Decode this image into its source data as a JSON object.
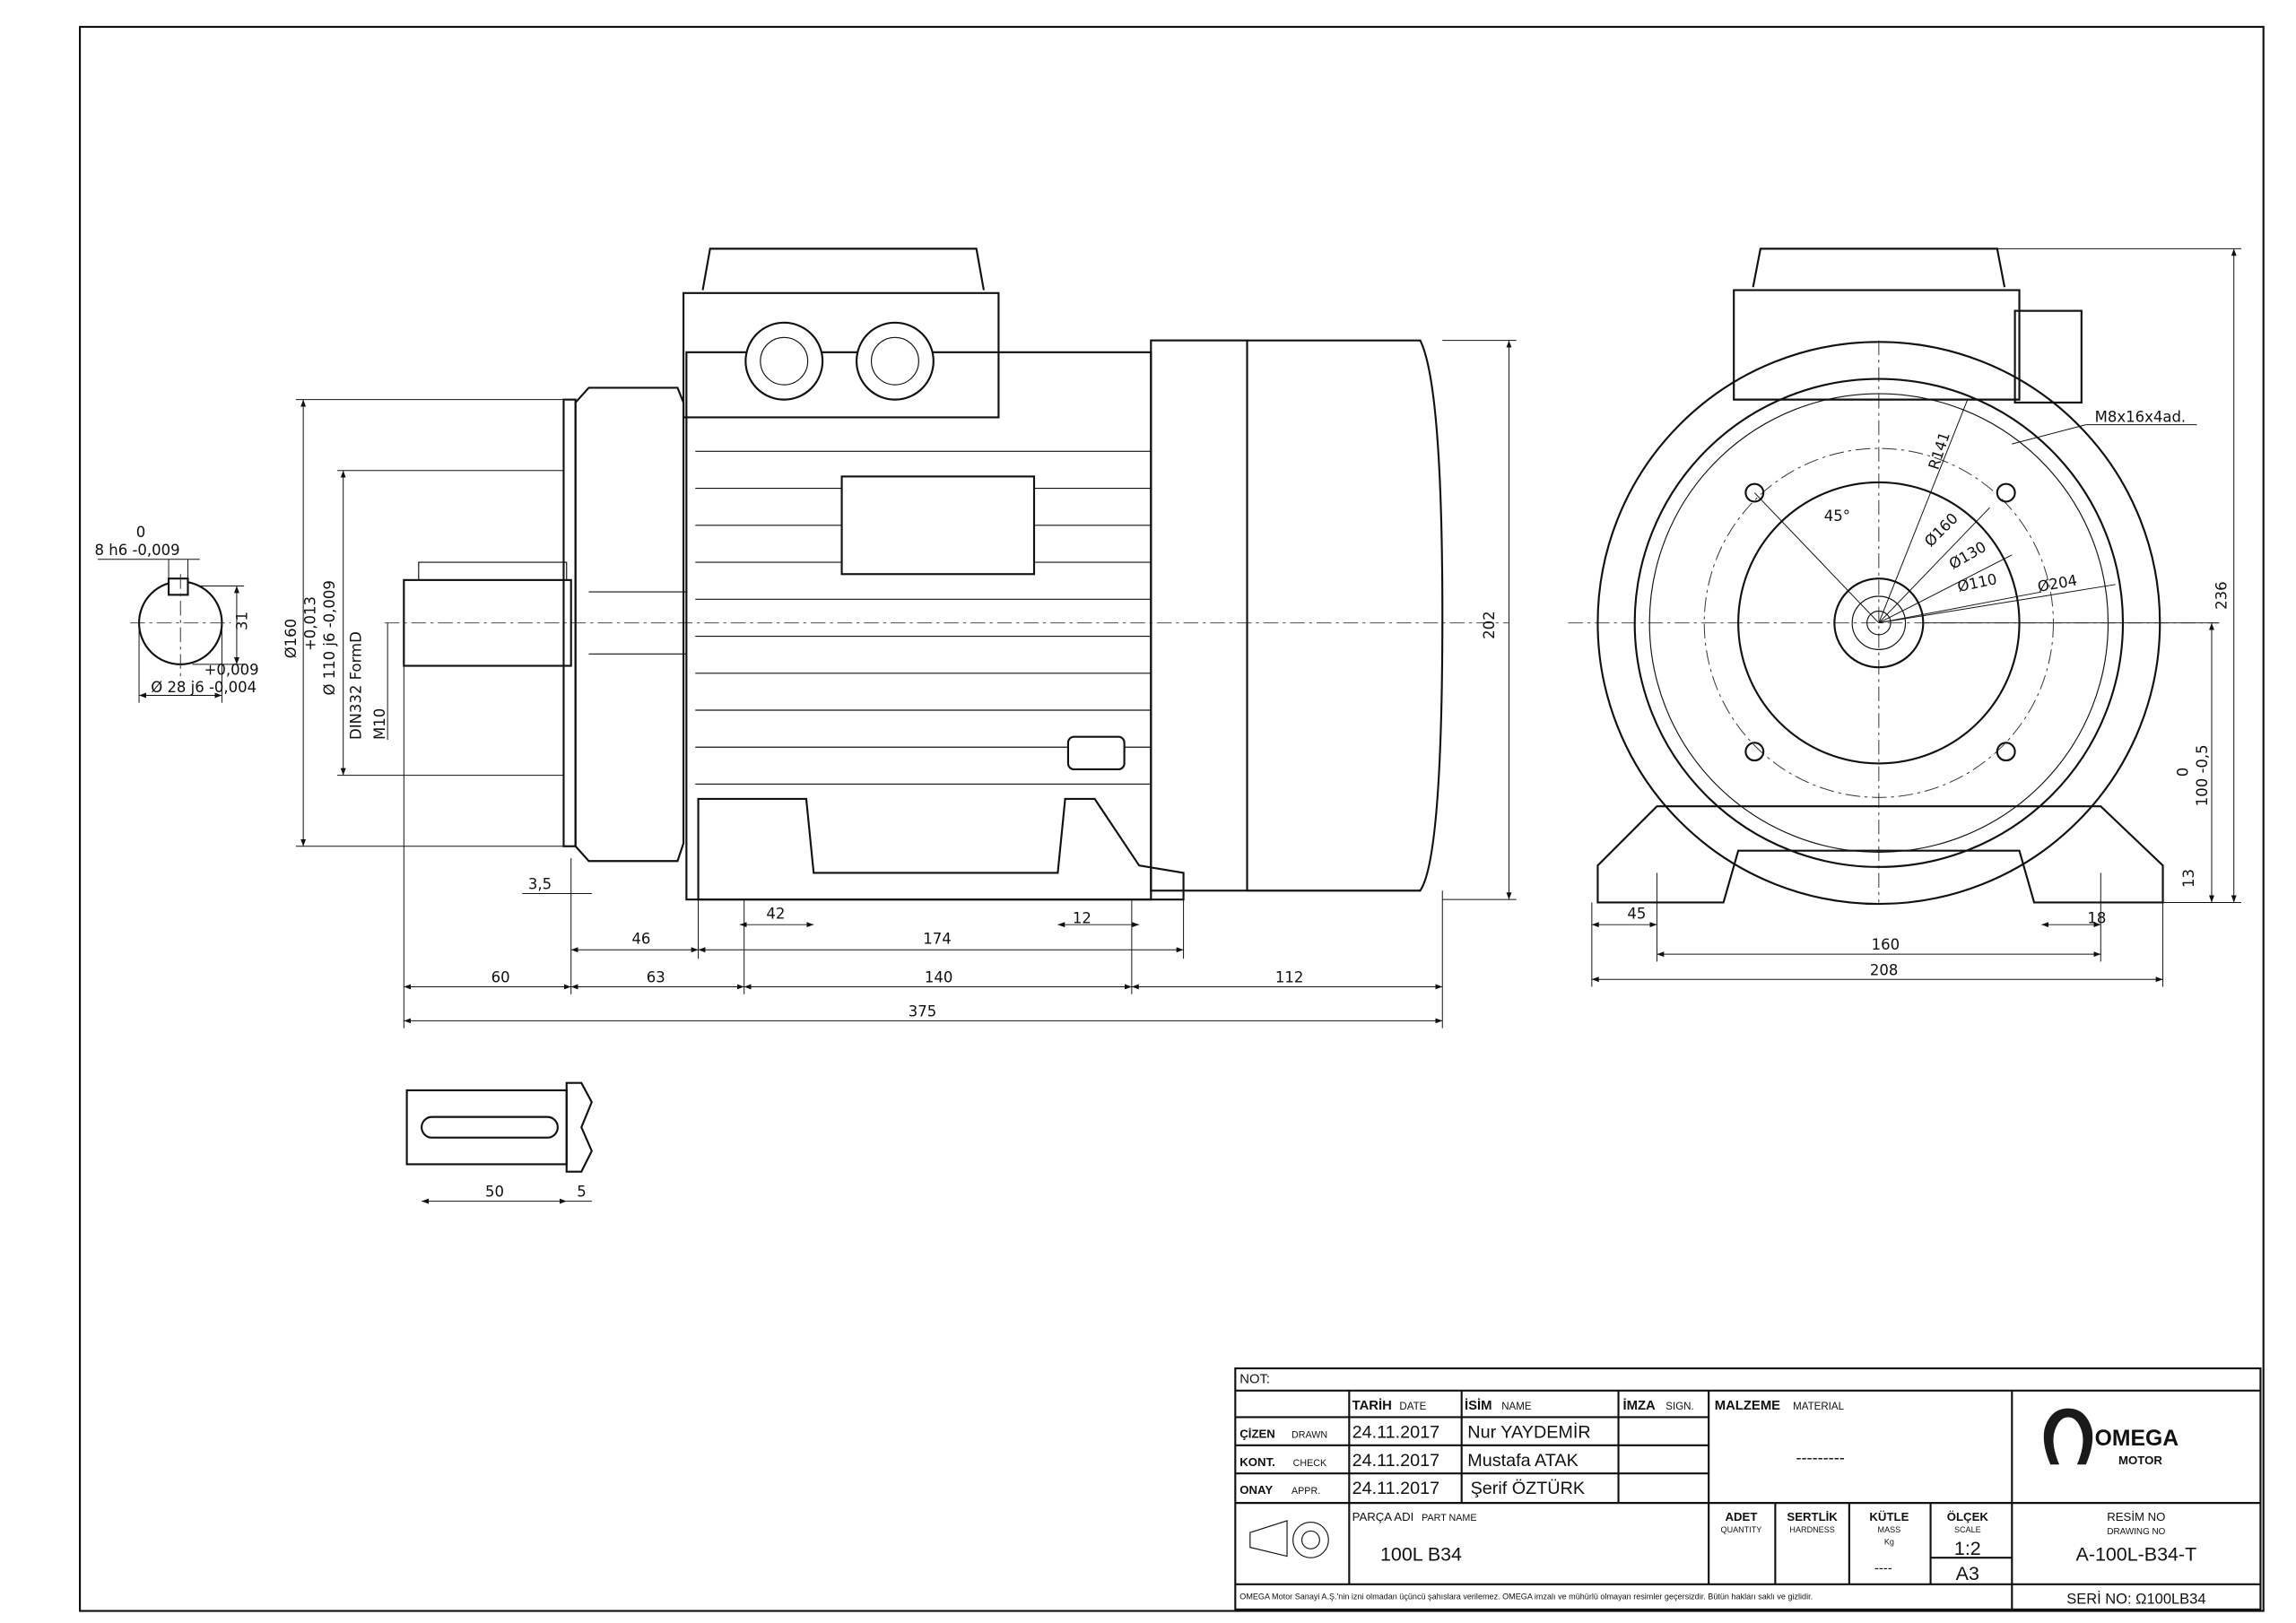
{
  "shaft_section": {
    "key_width_upper": "0",
    "key_width": "8 h6 -0,009",
    "key_height": "31",
    "shaft_tol_upper": "+0,009",
    "shaft_dia": "Ø 28 j6 -0,004"
  },
  "side_view": {
    "flange_dia": "Ø160",
    "spigot_tol": "+0,013",
    "spigot_dia": "Ø 110 j6 -0,009",
    "center_hole": "DIN332 FormD",
    "thread": "M10",
    "height": "202",
    "dims": {
      "d3_5": "3,5",
      "d46": "46",
      "d42": "42",
      "d174": "174",
      "d12": "12",
      "d60": "60",
      "d63": "63",
      "d140": "140",
      "d112": "112",
      "d375": "375"
    },
    "key_detail": {
      "d50": "50",
      "d5": "5"
    }
  },
  "front_view": {
    "r141": "R141",
    "d160": "Ø160",
    "d130": "Ø130",
    "d110": "Ø110",
    "d204": "Ø204",
    "angle": "45°",
    "holes": "M8x16x4ad.",
    "h236": "236",
    "shaft_h_tol": "0",
    "shaft_h": "100 -0,5",
    "foot_h": "13",
    "d45": "45",
    "d18": "18",
    "d160w": "160",
    "d208": "208"
  },
  "title_block": {
    "note_label": "NOT:",
    "headers": {
      "date_tr": "TARİH",
      "date_en": "DATE",
      "name_tr": "İSİM",
      "name_en": "NAME",
      "sign_tr": "İMZA",
      "sign_en": "SIGN.",
      "material_tr": "MALZEME",
      "material_en": "MATERIAL"
    },
    "rows": [
      {
        "role_tr": "ÇİZEN",
        "role_en": "DRAWN",
        "date": "24.11.2017",
        "name": "Nur YAYDEMİR"
      },
      {
        "role_tr": "KONT.",
        "role_en": "CHECK",
        "date": "24.11.2017",
        "name": "Mustafa ATAK"
      },
      {
        "role_tr": "ONAY",
        "role_en": "APPR.",
        "date": "24.11.2017",
        "name": "Şerif ÖZTÜRK"
      }
    ],
    "material_value": "---------",
    "logo": {
      "brand": "OMEGA",
      "sub": "MOTOR"
    },
    "part_name_tr": "PARÇA ADI",
    "part_name_en": "PART NAME",
    "part_name": "100L B34",
    "quantity_tr": "ADET",
    "quantity_en": "QUANTITY",
    "hardness_tr": "SERTLİK",
    "hardness_en": "HARDNESS",
    "mass_tr": "KÜTLE",
    "mass_en": "MASS",
    "mass_unit": "Kg",
    "mass_value": "----",
    "scale_tr": "ÖLÇEK",
    "scale_en": "SCALE",
    "scale": "1:2",
    "sheet": "A3",
    "drawing_no_tr": "RESİM NO",
    "drawing_no_en": "DRAWING NO",
    "drawing_no": "A-100L-B34-T",
    "disclaimer": "OMEGA Motor Sanayi A.Ş.'nin izni olmadan üçüncü şahıslara verilemez. OMEGA imzalı ve mühürlü olmayan resimler geçersizdir. Bütün hakları saklı ve gizlidir.",
    "serial": "SERİ NO: Ω100LB34"
  }
}
